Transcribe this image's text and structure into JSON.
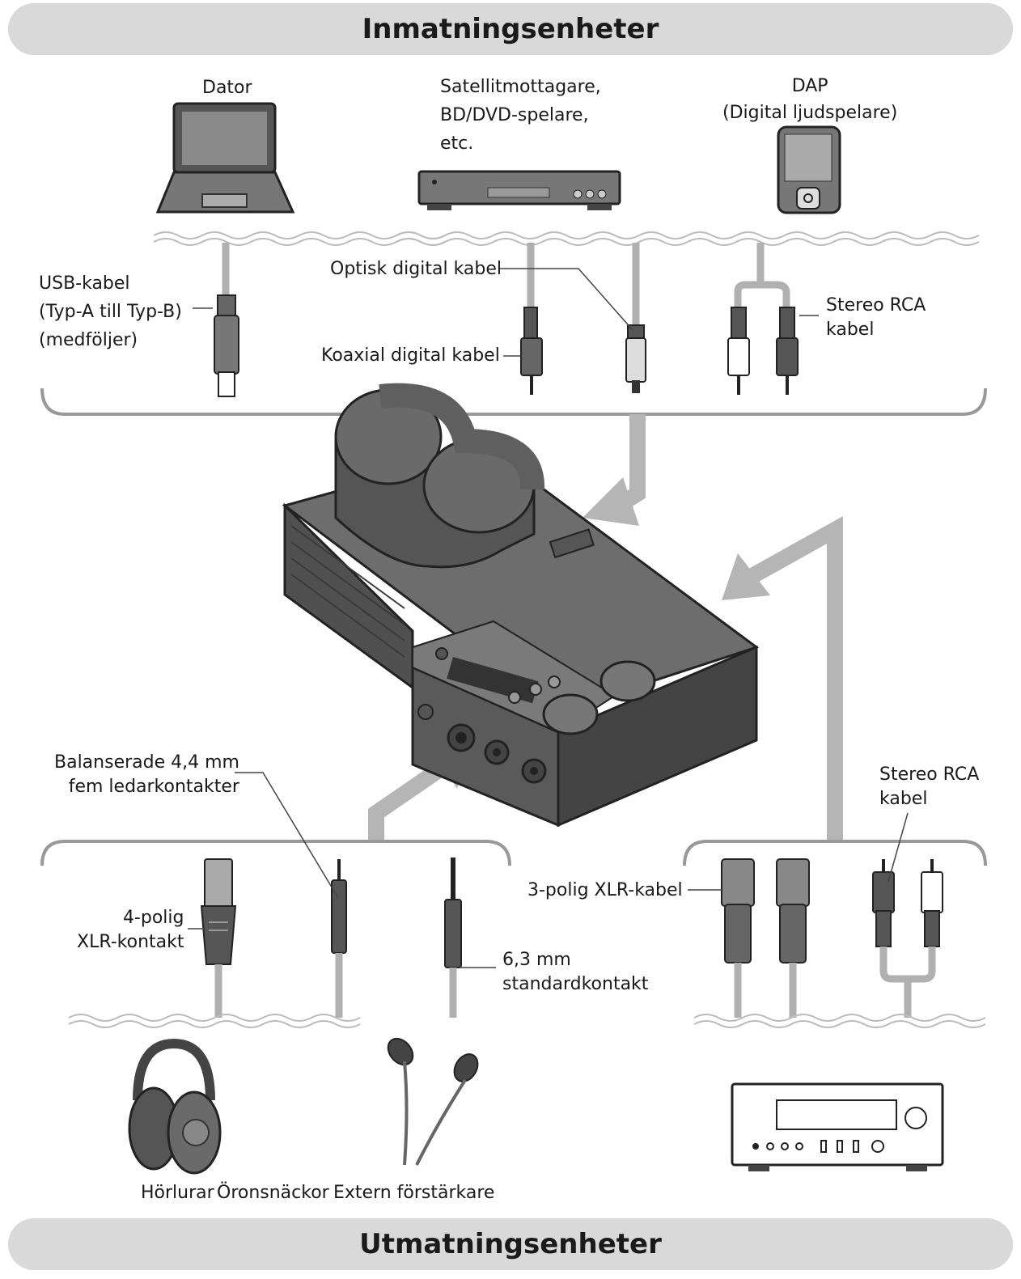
{
  "header": {
    "title": "Inmatningsenheter"
  },
  "footer": {
    "title": "Utmatningsenheter"
  },
  "inputs": {
    "computer": "Dator",
    "satellite": "Satellitmottagare,\nBD/DVD-spelare,\netc.",
    "dap": "DAP\n(Digital ljudspelare)",
    "usb_cable": "USB-kabel\n(Typ-A till Typ-B)\n(medföljer)",
    "optical_cable": "Optisk digital kabel",
    "coaxial_cable": "Koaxial digital kabel",
    "stereo_rca_in": "Stereo RCA\nkabel"
  },
  "outputs": {
    "balanced": "Balanserade 4,4 mm\nfem ledarkontakter",
    "xlr4": "4-polig\nXLR-kontakt",
    "std_jack": "6,3 mm\nstandardkontakt",
    "xlr3": "3-polig XLR-kabel",
    "stereo_rca_out": "Stereo RCA\nkabel",
    "headphones": "Hörlurar",
    "earphones": "Öronsnäckor",
    "ext_amp": "Extern förstärkare"
  }
}
